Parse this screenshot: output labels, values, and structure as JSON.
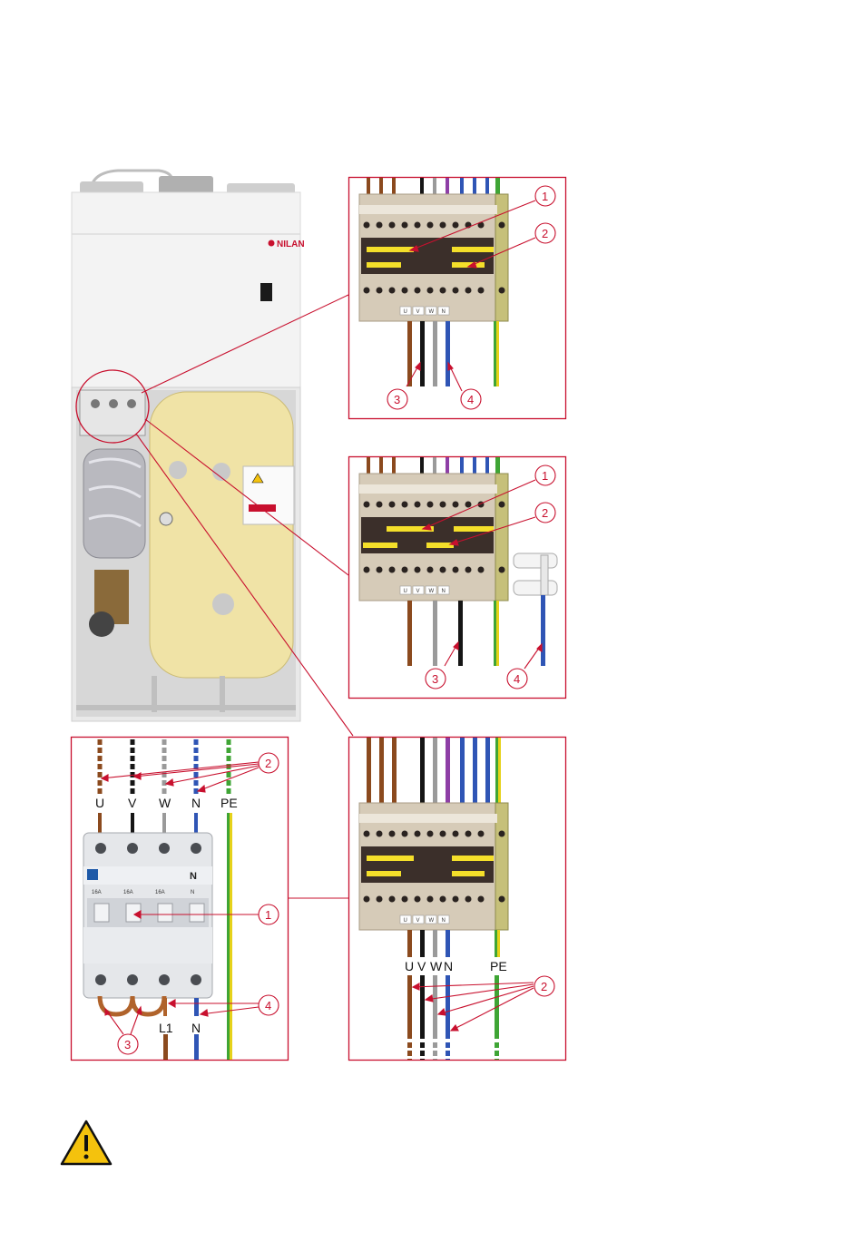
{
  "brand": {
    "logo_text": "NILAN"
  },
  "colors": {
    "frame": "#c8102e",
    "wire_brown": "#8b4a1e",
    "wire_black": "#151515",
    "wire_grey": "#9a9a9a",
    "wire_blue": "#2f55b5",
    "wire_purple": "#8e3fa6",
    "wire_pe_green": "#3fa535",
    "wire_pe_yellow": "#e6d21a",
    "tank": "#f0e3a6",
    "terminal": "#d6cbb8",
    "jumper": "#f4df2a"
  },
  "panel_top": {
    "callouts": [
      "1",
      "2",
      "3",
      "4"
    ],
    "terminal_markers": [
      "U",
      "V",
      "W",
      "N"
    ]
  },
  "panel_middle": {
    "callouts": [
      "1",
      "2",
      "3",
      "4"
    ],
    "terminal_markers": [
      "U",
      "V",
      "W",
      "N"
    ]
  },
  "panel_breaker": {
    "wire_labels_top": [
      "U",
      "V",
      "W",
      "N",
      "PE"
    ],
    "wire_labels_bottom": [
      "L1",
      "N"
    ],
    "breaker_pole_labels": [
      "16A",
      "16A",
      "16A",
      "N"
    ],
    "pole_n_mark": "N",
    "callouts": [
      "2",
      "1",
      "4",
      "3"
    ]
  },
  "panel_bottom": {
    "wire_labels": [
      "U",
      "V",
      "W",
      "N",
      "PE"
    ],
    "terminal_markers": [
      "U",
      "V",
      "W",
      "N"
    ],
    "callouts": [
      "2"
    ]
  },
  "icons": {
    "warning": "warning-triangle-icon"
  }
}
